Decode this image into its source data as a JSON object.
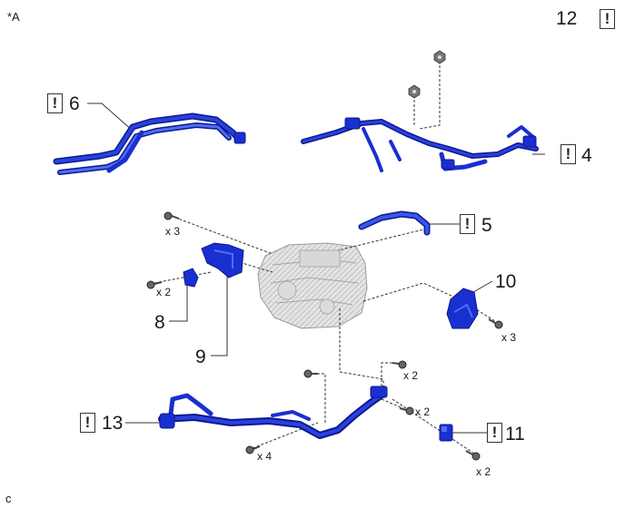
{
  "figure": {
    "corner_label": "*A",
    "footer_label": "c",
    "colors": {
      "part": "#1a2fd0",
      "part_dark": "#0c1a8a",
      "part_light": "#4f6cf5",
      "engine": "#cfcfcf",
      "leader": "#333333"
    },
    "warning_icon": {
      "glyph": "!",
      "name": "caution-icon"
    }
  },
  "callouts": {
    "c4": {
      "number": "4"
    },
    "c5": {
      "number": "5"
    },
    "c6": {
      "number": "6"
    },
    "c8": {
      "number": "8"
    },
    "c9": {
      "number": "9"
    },
    "c10": {
      "number": "10"
    },
    "c11": {
      "number": "11"
    },
    "c12": {
      "number": "12"
    },
    "c13": {
      "number": "13"
    }
  },
  "quantities": {
    "q1": "x 3",
    "q2": "x 2",
    "q3": "x 3",
    "q4": "x 2",
    "q5": "x 2",
    "q6": "x 4",
    "q7": "x 2"
  }
}
